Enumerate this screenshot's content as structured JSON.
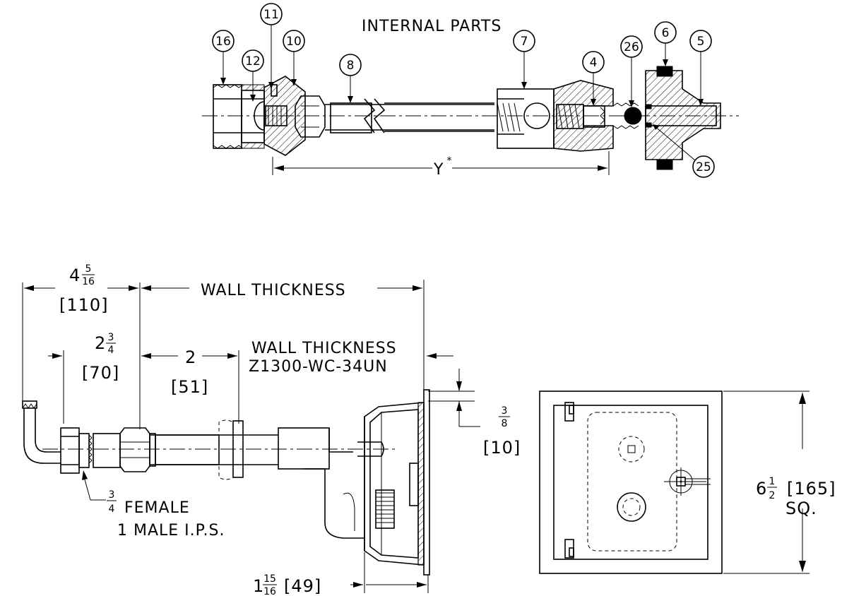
{
  "internal_parts": {
    "title": "INTERNAL PARTS",
    "callouts": [
      "16",
      "12",
      "11",
      "10",
      "8",
      "7",
      "4",
      "26",
      "6",
      "5",
      "25"
    ],
    "y_dim": "Y",
    "y_star": "*"
  },
  "side_view": {
    "dim_top_whole": "4",
    "dim_top_num": "5",
    "dim_top_den": "16",
    "dim_top_mm": "[110]",
    "wall_thickness": "WALL THICKNESS",
    "dim_mid_whole": "2",
    "dim_mid_num": "3",
    "dim_mid_den": "4",
    "dim_mid_mm": "[70]",
    "dim_2": "2",
    "dim_2_mm": "[51]",
    "wall_thickness_2": "WALL THICKNESS",
    "model": "Z1300-WC-34UN",
    "dim_flange_num": "3",
    "dim_flange_den": "8",
    "dim_flange_mm": "[10]",
    "conn_num": "3",
    "conn_den": "4",
    "conn_line1": "FEMALE",
    "conn_line2": "1 MALE I.P.S.",
    "dim_box_whole": "1",
    "dim_box_num": "15",
    "dim_box_den": "16",
    "dim_box_mm": "[49]"
  },
  "front_view": {
    "size_whole": "6",
    "size_num": "1",
    "size_den": "2",
    "size_mm": "[165]",
    "size_sq": "SQ."
  }
}
